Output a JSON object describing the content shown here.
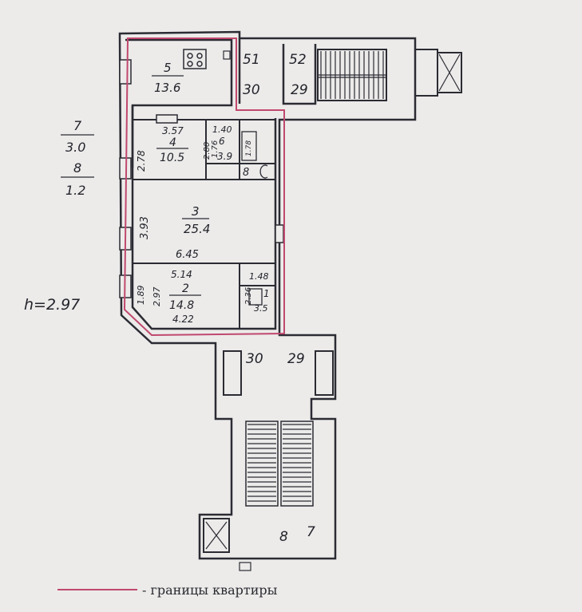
{
  "rooms": [
    {
      "id": "5",
      "area": "13.6"
    },
    {
      "id": "4",
      "area": "10.5",
      "width": "3.57",
      "depth": "2.78"
    },
    {
      "id": "6",
      "area": "3.9",
      "width": "1.40",
      "depth": "2.80"
    },
    {
      "id": "3",
      "area": "25.4",
      "width": "6.45",
      "depth": "3.93"
    },
    {
      "id": "2",
      "area": "14.8",
      "width": "5.14",
      "width_bottom": "4.22",
      "depth": "2.97",
      "depth_short": "1.89"
    },
    {
      "id": "1",
      "area": "3.5",
      "width": "1.48",
      "depth": "2.36"
    }
  ],
  "closet": {
    "label": "8"
  },
  "dims": {
    "d176": "1.76",
    "d178": "1.78"
  },
  "left_notes": [
    {
      "num": "7",
      "den": "3.0"
    },
    {
      "num": "8",
      "den": "1.2"
    }
  ],
  "height_note": "h=2.97",
  "stair_labels": {
    "top_left": "51",
    "top_right": "52",
    "bottom_a": "30",
    "bottom_b": "29"
  },
  "lower_labels": {
    "left": "30",
    "right": "29"
  },
  "stair2_labels": {
    "a": "8",
    "b": "7"
  },
  "legend": {
    "text": "- границы квартиры",
    "line_color": "#c0486e"
  },
  "colors": {
    "ink": "#2b2b33",
    "boundary": "#c0486e",
    "paper": "#ecebea"
  }
}
